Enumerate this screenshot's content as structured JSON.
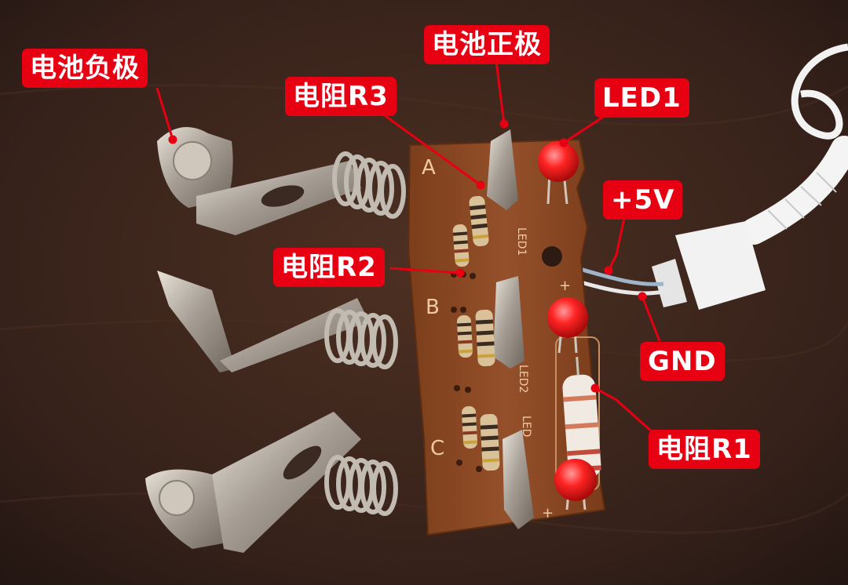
{
  "labels": {
    "battery_negative": "电池负极",
    "battery_positive": "电池正极",
    "resistor_r3": "电阻R3",
    "led1": "LED1",
    "plus_5v": "+5V",
    "resistor_r2": "电阻R2",
    "gnd": "GND",
    "resistor_r1": "电阻R1"
  },
  "pcb_silkscreen": {
    "a": "A",
    "b": "B",
    "c": "C",
    "led1": "LED1",
    "led2": "LED2",
    "led3": "LED",
    "plus": "+"
  },
  "colors": {
    "label_bg": "#e60012",
    "label_text": "#ffffff",
    "leader": "#e60012",
    "table": "#3a2319",
    "pcb": "#8e4a22",
    "led": "#ff2a2a"
  }
}
